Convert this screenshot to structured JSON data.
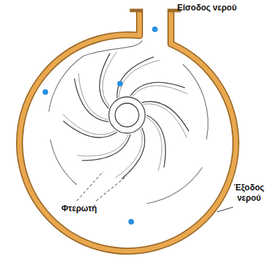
{
  "diagram": {
    "labels": [
      "Είσοδος νερού",
      "Έξοδος νερού",
      "Φτερωτή"
    ]
  }
}
